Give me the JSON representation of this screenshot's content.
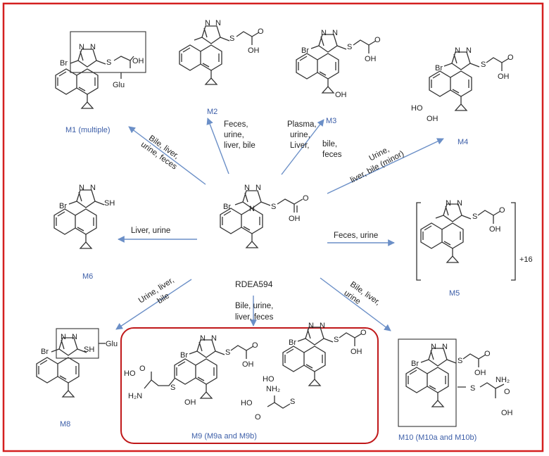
{
  "parent": {
    "name": "RDEA594"
  },
  "compounds": {
    "m1": "M1 (multiple)",
    "m2": "M2",
    "m3": "M3",
    "m4": "M4",
    "m5": "M5",
    "m5_mass": "+16",
    "m6": "M6",
    "m8": "M8",
    "m9": "M9 (M9a and M9b)",
    "m10": "M10 (M10a and M10b)"
  },
  "routes": {
    "m1": [
      "Bile, liver,",
      "urine, feces"
    ],
    "m2": [
      "Feces,",
      "urine,",
      "liver, bile"
    ],
    "m3a": [
      "Plasma,",
      "urine,",
      "Liver,"
    ],
    "m3b": [
      "bile,",
      "feces"
    ],
    "m4": [
      "Urine,",
      "liver, bile (minor)"
    ],
    "m5": "Feces, urine",
    "m6": "Liver, urine",
    "m8": [
      "Urine, liver,",
      "bile"
    ],
    "m9": [
      "Bile,  urine,",
      "liver,  feces"
    ],
    "m10": [
      "Bile, liver,",
      "urine"
    ]
  },
  "atoms": {
    "N": "N",
    "Br": "Br",
    "S": "S",
    "O": "O",
    "OH": "OH",
    "SH": "SH",
    "HO": "HO",
    "NH2": "NH₂",
    "H2N": "H₂N",
    "Glu": "Glu"
  },
  "colors": {
    "frame": "#d42020",
    "arrow": "#6b8fc7",
    "label": "#3c5ea8",
    "highlight": "#c0181a"
  }
}
